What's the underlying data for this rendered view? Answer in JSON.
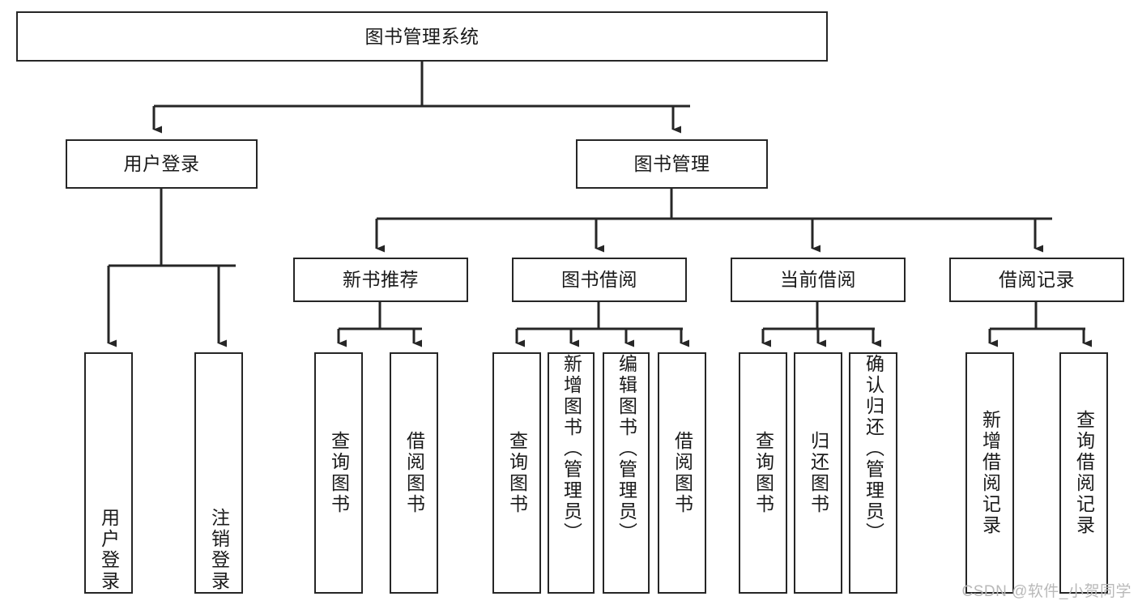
{
  "diagram": {
    "type": "tree-hierarchy-flowchart",
    "title": "图书管理系统",
    "background_color": "#ffffff",
    "line_color": "#262626",
    "text_color": "#1a1a1a",
    "levels": [
      {
        "level": 1,
        "nodes": [
          {
            "id": "root",
            "label": "图书管理系统",
            "orientation": "horizontal"
          }
        ]
      },
      {
        "level": 2,
        "nodes": [
          {
            "id": "login",
            "label": "用户登录",
            "orientation": "horizontal",
            "parent": "root"
          },
          {
            "id": "bookmgmt",
            "label": "图书管理",
            "orientation": "horizontal",
            "parent": "root"
          }
        ]
      },
      {
        "level": 3,
        "nodes": [
          {
            "id": "newbook",
            "label": "新书推荐",
            "orientation": "horizontal",
            "parent": "bookmgmt"
          },
          {
            "id": "borrow",
            "label": "图书借阅",
            "orientation": "horizontal",
            "parent": "bookmgmt"
          },
          {
            "id": "current",
            "label": "当前借阅",
            "orientation": "horizontal",
            "parent": "bookmgmt"
          },
          {
            "id": "records",
            "label": "借阅记录",
            "orientation": "horizontal",
            "parent": "bookmgmt"
          }
        ]
      },
      {
        "level": 4,
        "nodes": [
          {
            "id": "leaf-1",
            "label": "用户登录",
            "orientation": "vertical",
            "parent": "login",
            "align": "bottom"
          },
          {
            "id": "leaf-2",
            "label": "注销登录",
            "orientation": "vertical",
            "parent": "login",
            "align": "bottom"
          },
          {
            "id": "leaf-3",
            "label": "查询图书",
            "orientation": "vertical",
            "parent": "newbook",
            "align": "center"
          },
          {
            "id": "leaf-4",
            "label": "借阅图书",
            "orientation": "vertical",
            "parent": "newbook",
            "align": "center"
          },
          {
            "id": "leaf-5",
            "label": "查询图书",
            "orientation": "vertical",
            "parent": "borrow",
            "align": "center"
          },
          {
            "id": "leaf-6",
            "label": "新增图书（管理员）",
            "orientation": "vertical",
            "parent": "borrow",
            "align": "center"
          },
          {
            "id": "leaf-7",
            "label": "编辑图书（管理员）",
            "orientation": "vertical",
            "parent": "borrow",
            "align": "center"
          },
          {
            "id": "leaf-8",
            "label": "借阅图书",
            "orientation": "vertical",
            "parent": "borrow",
            "align": "center"
          },
          {
            "id": "leaf-9",
            "label": "查询图书",
            "orientation": "vertical",
            "parent": "current",
            "align": "center"
          },
          {
            "id": "leaf-10",
            "label": "归还图书",
            "orientation": "vertical",
            "parent": "current",
            "align": "center"
          },
          {
            "id": "leaf-11",
            "label": "确认归还（管理员）",
            "orientation": "vertical",
            "parent": "current",
            "align": "center"
          },
          {
            "id": "leaf-12",
            "label": "新增借阅记录",
            "orientation": "vertical",
            "parent": "records",
            "align": "center"
          },
          {
            "id": "leaf-13",
            "label": "查询借阅记录",
            "orientation": "vertical",
            "parent": "records",
            "align": "center"
          }
        ]
      }
    ]
  },
  "watermark": {
    "text": "CSDN @软件_小贺同学"
  }
}
